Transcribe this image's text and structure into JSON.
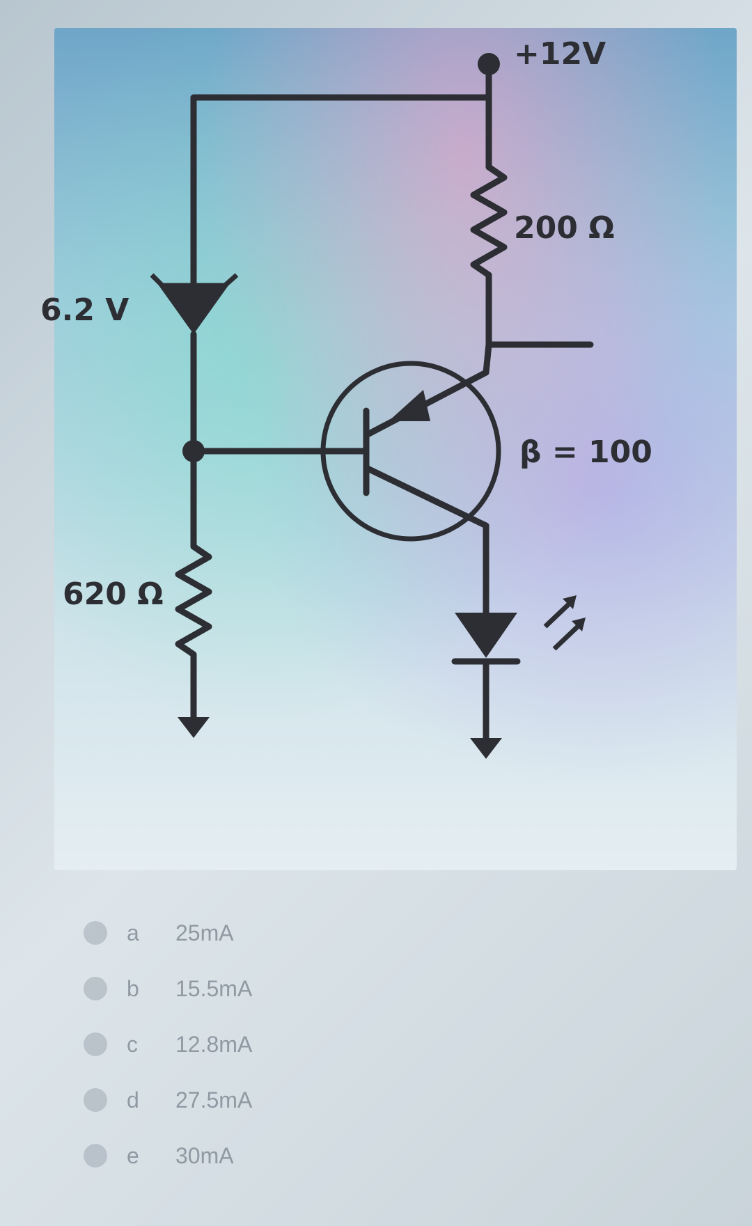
{
  "diagram": {
    "supply_label": "+12V",
    "zener_label": "6.2 V",
    "emitter_resistor_label": "200 Ω",
    "base_resistor_label": "620 Ω",
    "beta_label": "β = 100"
  },
  "options": [
    {
      "letter": "a",
      "text": "25mA"
    },
    {
      "letter": "b",
      "text": "15.5mA"
    },
    {
      "letter": "c",
      "text": "12.8mA"
    },
    {
      "letter": "d",
      "text": "27.5mA"
    },
    {
      "letter": "e",
      "text": "30mA"
    }
  ]
}
